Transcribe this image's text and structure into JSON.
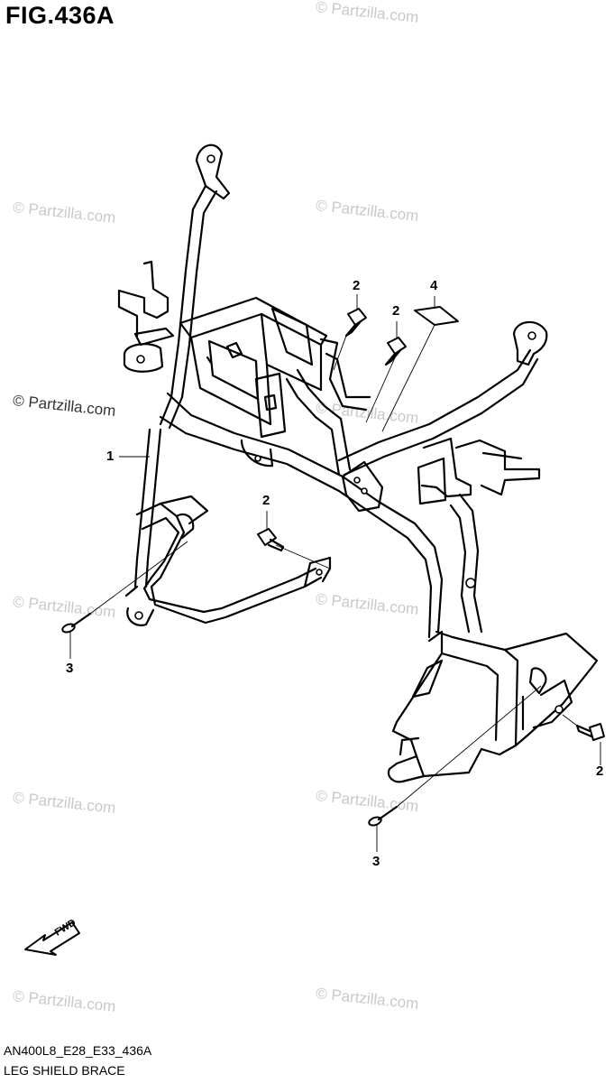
{
  "figure": {
    "title": "FIG.436A",
    "code": "AN400L8_E28_E33_436A",
    "name": "LEG SHIELD BRACE"
  },
  "callouts": [
    {
      "id": "c1",
      "label": "1"
    },
    {
      "id": "c2a",
      "label": "2"
    },
    {
      "id": "c2b",
      "label": "2"
    },
    {
      "id": "c2c",
      "label": "2"
    },
    {
      "id": "c2d",
      "label": "2"
    },
    {
      "id": "c3a",
      "label": "3"
    },
    {
      "id": "c3b",
      "label": "3"
    },
    {
      "id": "c4",
      "label": "4"
    }
  ],
  "fwd_arrow": {
    "label": "FWD"
  },
  "watermark": {
    "text": "© Partzilla.com"
  }
}
